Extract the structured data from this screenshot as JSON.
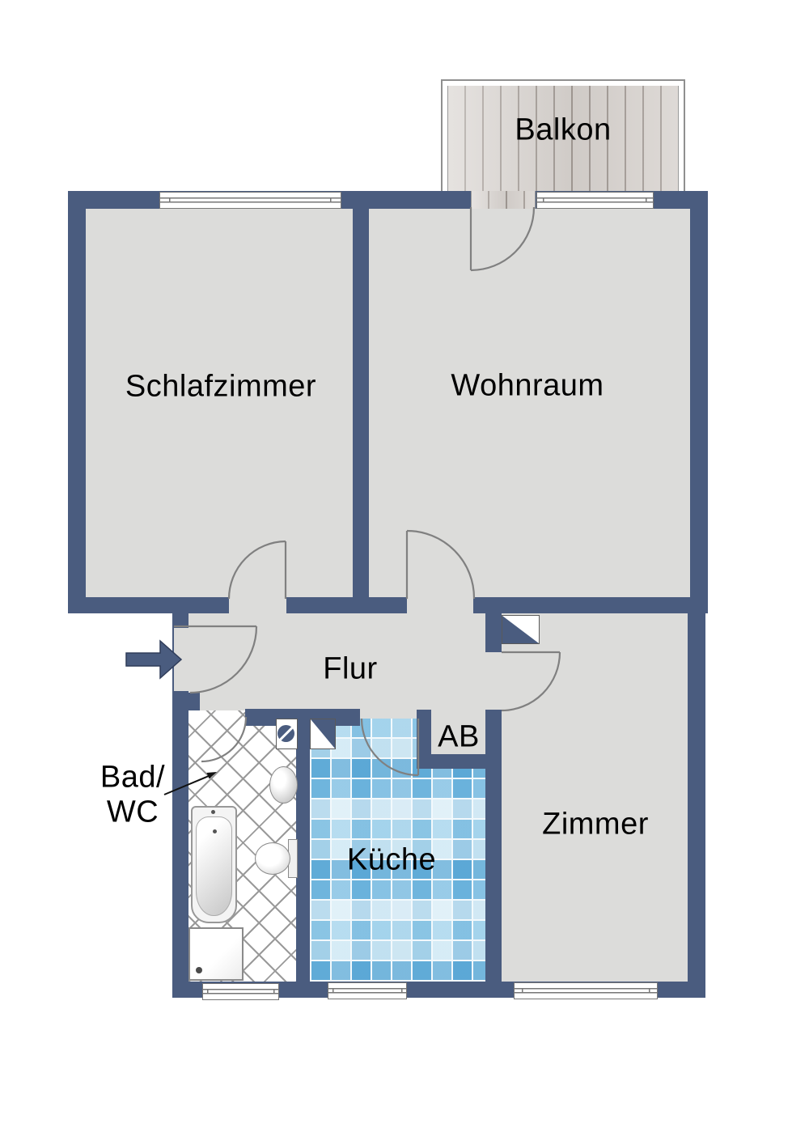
{
  "plan": {
    "rooms": {
      "balkon": "Balkon",
      "schlafzimmer": "Schlafzimmer",
      "wohnraum": "Wohnraum",
      "flur": "Flur",
      "ab": "AB",
      "bad_line1": "Bad/",
      "bad_line2": "WC",
      "kueche": "Küche",
      "zimmer": "Zimmer"
    },
    "colors": {
      "wall": "#4a5c7f",
      "floor": "#dcdcda",
      "kitchen_tile": "#8ec9e4",
      "bath_tile_line": "#9a9a9a",
      "balcony_plank": "#d8d3cf",
      "door_arc": "#808080",
      "label_text": "#000000"
    }
  }
}
